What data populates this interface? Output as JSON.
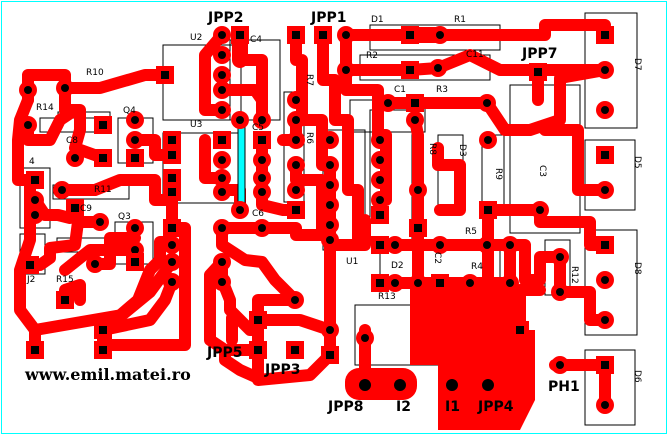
{
  "board": {
    "website": "www.emil.matei.ro",
    "colors": {
      "background": "#ffffff",
      "trace": "#ff0000",
      "pad": "#000000",
      "outline": "#000000",
      "jumper": "#00ffff"
    }
  },
  "connectors": {
    "jpp2": "JPP2",
    "jpp1": "JPP1",
    "jpp7": "JPP7",
    "jpp5": "JPP5",
    "jpp3": "JPP3",
    "jpp8": "JPP8",
    "i2": "I2",
    "i1": "I1",
    "jpp4": "JPP4",
    "ph1": "PH1"
  },
  "components": {
    "d1": "D1",
    "r1": "R1",
    "c4": "C4",
    "u2": "U2",
    "r2": "R2",
    "c11": "C11",
    "r10": "R10",
    "r7": "R7",
    "r14": "R14",
    "q4": "Q4",
    "c8": "C8",
    "u3": "U3",
    "c5": "C5",
    "r6": "R6",
    "c1": "C1",
    "r3": "R3",
    "r8": "R8",
    "d3": "D3",
    "r9": "R9",
    "c3": "C3",
    "r11": "R11",
    "c9": "C9",
    "q3": "Q3",
    "c6": "C6",
    "r5": "R5",
    "r4": "R4",
    "d2": "D2",
    "c2": "C2",
    "u1": "U1",
    "r12": "R12",
    "r13": "R13",
    "r15": "R15",
    "j2": "J2",
    "j4": "4",
    "d7": "D7",
    "d5": "D5",
    "d8": "D8",
    "d6": "D6"
  }
}
